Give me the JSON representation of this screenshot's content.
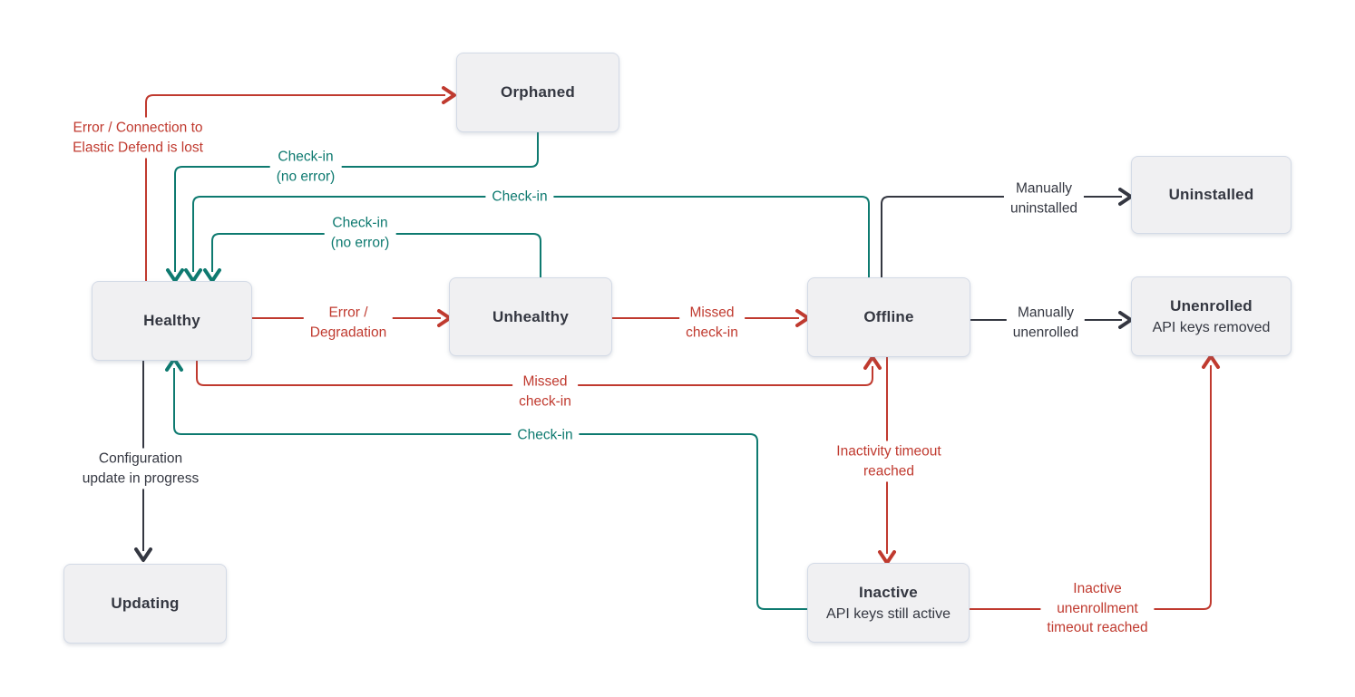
{
  "colors": {
    "error": "#c03a2f",
    "success": "#0e7a70",
    "neutral": "#343741",
    "node_fill": "#f0f0f2",
    "node_border": "#d3dae6",
    "node_text": "#343741"
  },
  "nodes": {
    "orphaned": {
      "label": "Orphaned"
    },
    "healthy": {
      "label": "Healthy"
    },
    "unhealthy": {
      "label": "Unhealthy"
    },
    "offline": {
      "label": "Offline"
    },
    "uninstalled": {
      "label": "Uninstalled"
    },
    "unenrolled": {
      "label": "Unenrolled",
      "sublabel": "API keys removed"
    },
    "updating": {
      "label": "Updating"
    },
    "inactive": {
      "label": "Inactive",
      "sublabel": "API keys still active"
    }
  },
  "edges": {
    "healthy_to_orphaned": {
      "from": "healthy",
      "to": "orphaned",
      "type": "error",
      "label": "Error / Connection to\nElastic Defend is lost"
    },
    "orphaned_to_healthy": {
      "from": "orphaned",
      "to": "healthy",
      "type": "success",
      "label": "Check-in\n(no error)"
    },
    "offline_to_healthy": {
      "from": "offline",
      "to": "healthy",
      "type": "success",
      "label": "Check-in"
    },
    "unhealthy_to_healthy": {
      "from": "unhealthy",
      "to": "healthy",
      "type": "success",
      "label": "Check-in\n(no error)"
    },
    "healthy_to_unhealthy": {
      "from": "healthy",
      "to": "unhealthy",
      "type": "error",
      "label": "Error /\nDegradation"
    },
    "unhealthy_to_offline": {
      "from": "unhealthy",
      "to": "offline",
      "type": "error",
      "label": "Missed\ncheck-in"
    },
    "offline_to_uninstalled": {
      "from": "offline",
      "to": "uninstalled",
      "type": "neutral",
      "label": "Manually\nuninstalled"
    },
    "offline_to_unenrolled": {
      "from": "offline",
      "to": "unenrolled",
      "type": "neutral",
      "label": "Manually\nunenrolled"
    },
    "healthy_to_offline": {
      "from": "healthy",
      "to": "offline",
      "type": "error",
      "label": "Missed\ncheck-in"
    },
    "inactive_to_healthy": {
      "from": "inactive",
      "to": "healthy",
      "type": "success",
      "label": "Check-in"
    },
    "offline_to_inactive": {
      "from": "offline",
      "to": "inactive",
      "type": "error",
      "label": "Inactivity timeout\nreached"
    },
    "inactive_to_unenrolled": {
      "from": "inactive",
      "to": "unenrolled",
      "type": "error",
      "label": "Inactive\nunenrollment\ntimeout reached"
    },
    "healthy_to_updating": {
      "from": "healthy",
      "to": "updating",
      "type": "neutral",
      "label": "Configuration\nupdate in progress"
    }
  }
}
